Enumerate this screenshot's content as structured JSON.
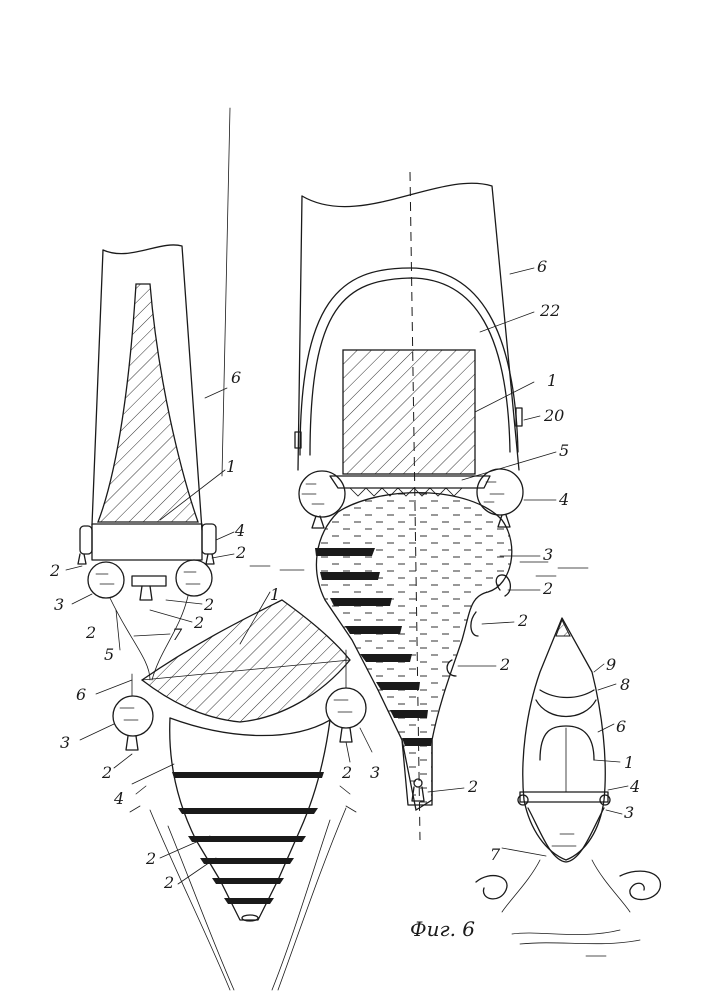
{
  "figure": {
    "caption": "Фиг. 6"
  },
  "labels": {
    "l1": "1",
    "l2": "2",
    "l3": "3",
    "l4": "4",
    "l5": "5",
    "l6": "6",
    "l7": "7",
    "l8": "8",
    "l9": "9",
    "l20": "20",
    "l22": "22"
  }
}
